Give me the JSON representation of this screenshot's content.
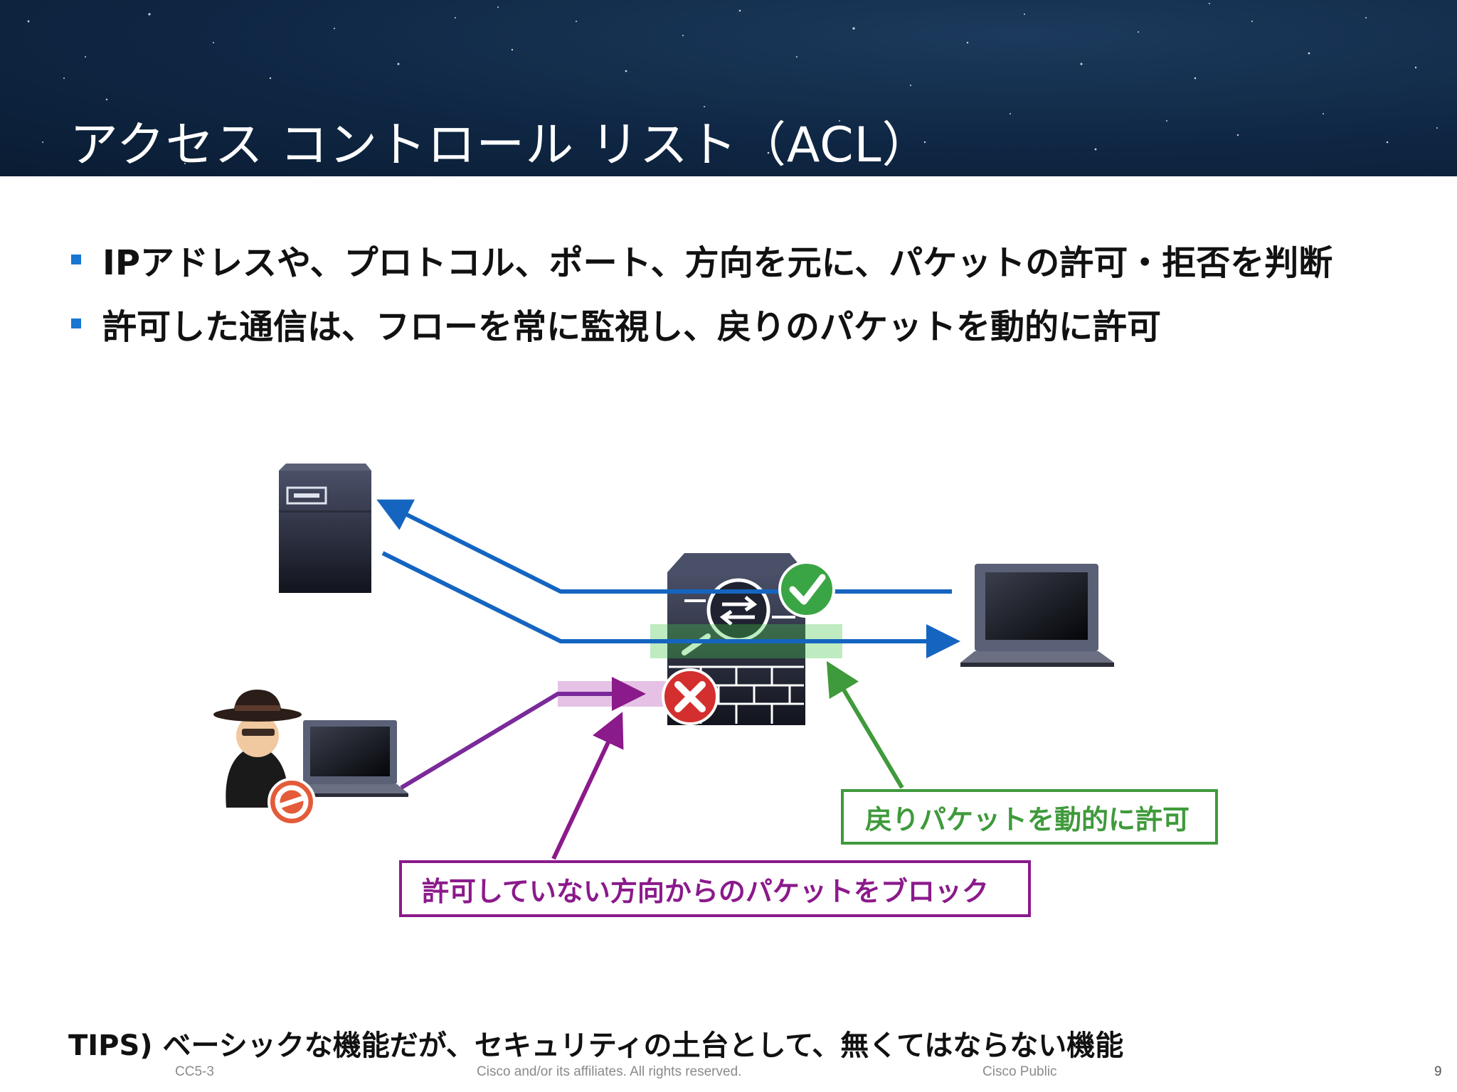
{
  "slide": {
    "title": "アクセス コントロール リスト（ACL）",
    "bullets": [
      "IPアドレスや、プロトコル、ポート、方向を元に、パケットの許可・拒否を判断",
      "許可した通信は、フローを常に監視し、戻りのパケットを動的に許可"
    ],
    "diagram": {
      "callout_return": "戻りパケットを動的に許可",
      "callout_block": "許可していない方向からのパケットをブロック"
    },
    "tips": "TIPS) ベーシックな機能だが、セキュリティの土台として、無くてはならない機能",
    "footer": {
      "left": "CC5-3",
      "center": "Cisco and/or its affiliates. All rights reserved.",
      "right": "Cisco Public",
      "page": "9"
    }
  },
  "colors": {
    "header_bg": "#0f2744",
    "bullet_marker": "#1976d2",
    "flow_blue": "#1565c0",
    "allow_green": "#3f9a3b",
    "block_purple": "#8b1a8b",
    "deny_red": "#d32f2f"
  },
  "icons": [
    "server-icon",
    "laptop-icon",
    "firewall-icon",
    "check-icon",
    "deny-x-icon",
    "attacker-icon",
    "forbidden-icon"
  ]
}
